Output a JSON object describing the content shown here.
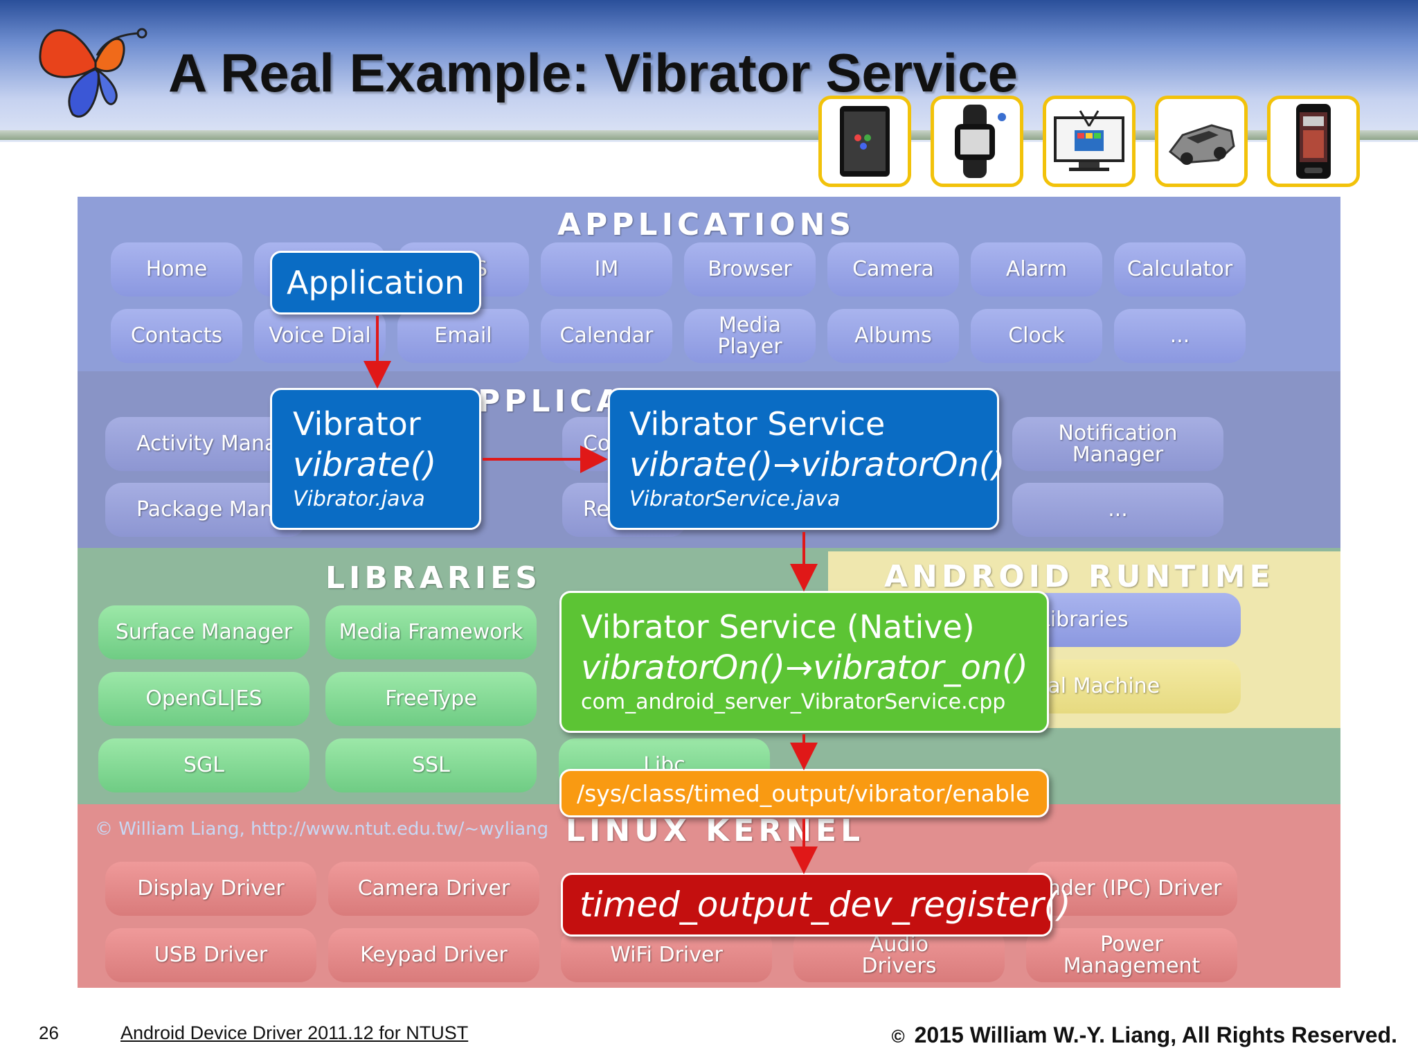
{
  "slide": {
    "title": "A Real Example: Vibrator Service",
    "number": "26",
    "course": "Android Device Driver 2011.12 for NTUST",
    "copyright": "2015  William W.-Y. Liang, All Rights Reserved.",
    "copyright_symbol": "©"
  },
  "devices": [
    {
      "name": "tablet-icon"
    },
    {
      "name": "smartwatch-icon"
    },
    {
      "name": "television-icon"
    },
    {
      "name": "car-icon"
    },
    {
      "name": "smartphone-icon"
    }
  ],
  "architecture": {
    "applications": {
      "title": "APPLICATIONS",
      "row1": [
        "Home",
        "",
        "MS",
        "IM",
        "Browser",
        "Camera",
        "Alarm",
        "Calculator"
      ],
      "row2": [
        "Contacts",
        "Voice Dial",
        "Email",
        "Calendar",
        "Media Player",
        "Albums",
        "Clock",
        "..."
      ]
    },
    "framework": {
      "title": "PPLICA",
      "left_row1": "Activity Manag",
      "left_row2": "Package Manag",
      "mid_row1": "Co",
      "mid_row2": "Re",
      "right_row1": "Notification Manager",
      "right_row2": "..."
    },
    "libraries": {
      "title": "LIBRARIES",
      "items": [
        "Surface Manager",
        "Media Framework",
        "OpenGL|ES",
        "FreeType",
        "SGL",
        "SSL",
        "Libc"
      ]
    },
    "runtime": {
      "title": "ANDROID RUNTIME",
      "items": [
        "ore Libraries",
        "Virtual Machine"
      ]
    },
    "kernel": {
      "title": "LINUX KERNEL",
      "credit": "© William Liang, http://www.ntut.edu.tw/~wyliang",
      "items": [
        "Display Driver",
        "Camera Driver",
        "inder (IPC) Driver",
        "USB Driver",
        "Keypad Driver",
        "WiFi Driver",
        "Audio Drivers",
        "Power Management"
      ]
    }
  },
  "flow": {
    "application": "Application",
    "vibrator": {
      "title": "Vibrator",
      "call": "vibrate()",
      "file": "Vibrator.java"
    },
    "service": {
      "title": "Vibrator Service",
      "call": "vibrate()→vibratorOn()",
      "file": "VibratorService.java"
    },
    "native": {
      "title": "Vibrator Service (Native)",
      "call": "vibratorOn()→vibrator_on()",
      "file": "com_android_server_VibratorService.cpp"
    },
    "sysfs": "/sys/class/timed_output/vibrator/enable",
    "kernel_call": "timed_output_dev_register()"
  },
  "colors": {
    "flow_blue": "#0a6cc4",
    "flow_green": "#5cc434",
    "flow_orange": "#f99a12",
    "flow_red": "#c40f0f",
    "arrow": "#e01818",
    "thumb_border": "#f2c20a"
  }
}
